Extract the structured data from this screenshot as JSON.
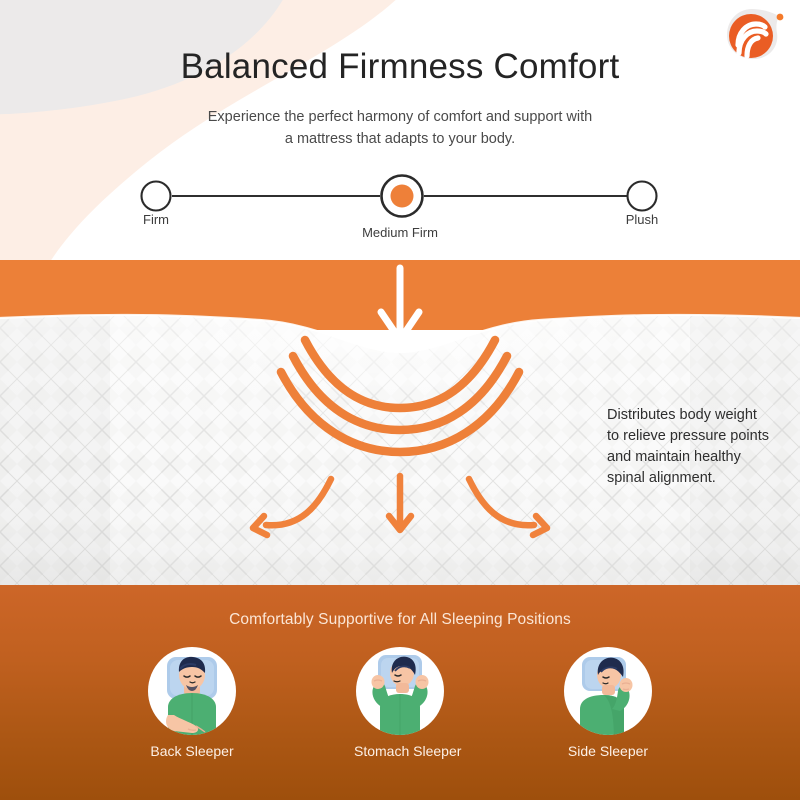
{
  "header": {
    "title": "Balanced Firmness Comfort",
    "subtitle_line1": "Experience the perfect harmony of comfort and support with",
    "subtitle_line2": "a mattress that adapts to your body.",
    "logo_name": "flame-swirl-logo"
  },
  "firmness_scale": {
    "points": [
      {
        "label": "Firm",
        "selected": false
      },
      {
        "label": "Medium Firm",
        "selected": true
      },
      {
        "label": "Plush",
        "selected": false
      }
    ]
  },
  "mattress": {
    "pressure_text_line1": "Distributes body weight",
    "pressure_text_line2": "to relieve pressure points",
    "pressure_text_line3": "and maintain healthy",
    "pressure_text_line4": "spinal alignment.",
    "down_arrow_name": "downward-pressure-arrow",
    "wave_name": "pressure-ripple-arcs",
    "spread_arrows_name": "weight-distribution-arrows"
  },
  "positions": {
    "heading": "Comfortably Supportive for All Sleeping Positions",
    "items": [
      {
        "label": "Back Sleeper",
        "icon": "back-sleeper-icon"
      },
      {
        "label": "Stomach Sleeper",
        "icon": "stomach-sleeper-icon"
      },
      {
        "label": "Side Sleeper",
        "icon": "side-sleeper-icon"
      }
    ]
  },
  "colors": {
    "brand_orange": "#ee8039",
    "band_orange": "#ec8038",
    "bottom_top": "#cd6628",
    "bottom_bottom": "#9e4f0c",
    "peach_blob": "#fdeee5",
    "gray_blob": "#eceaea",
    "title_text": "#242424",
    "shirt_green": "#4caf72",
    "pillow_blue": "#aecbea",
    "hair_navy": "#1f2b4d",
    "skin": "#f2b999"
  }
}
